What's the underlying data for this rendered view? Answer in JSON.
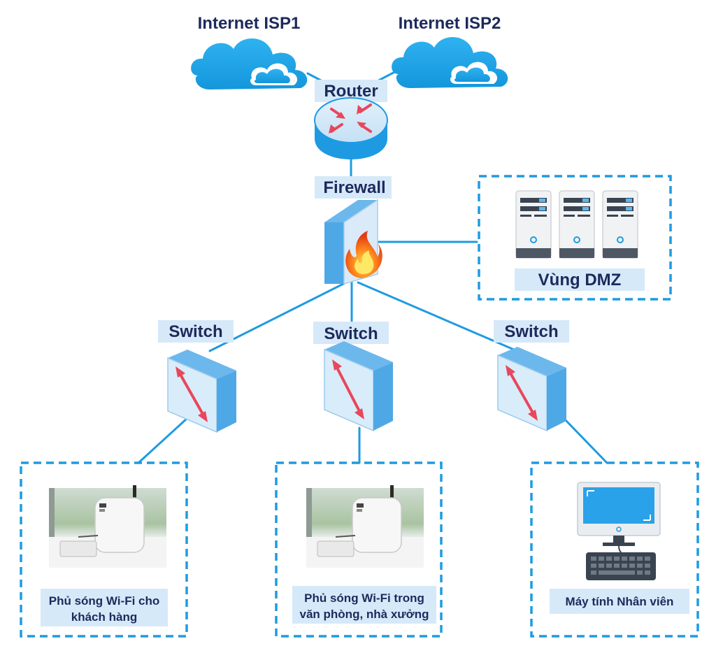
{
  "nodes": {
    "isp1": "Internet ISP1",
    "isp2": "Internet ISP2",
    "router": "Router",
    "firewall": "Firewall",
    "dmz": "Vùng DMZ",
    "switch_left": "Switch",
    "switch_middle": "Switch",
    "switch_right": "Switch"
  },
  "endpoints": {
    "wifi_guest_line1": "Phủ sóng Wi-Fi cho",
    "wifi_guest_line2": "khách hàng",
    "wifi_office_line1": "Phủ sóng Wi-Fi trong",
    "wifi_office_line2": "văn phòng, nhà xưởng",
    "employee_pc": "Máy tính Nhân viên"
  },
  "colors": {
    "accent": "#1f9be0",
    "label_background": "#d6e9f9",
    "text": "#1c2a5c",
    "arrow": "#e8475c"
  }
}
